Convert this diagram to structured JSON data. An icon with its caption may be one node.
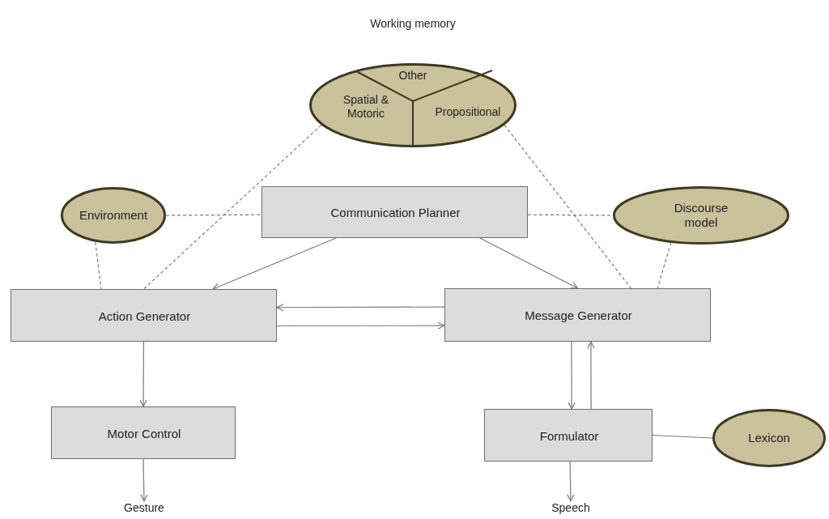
{
  "diagram": {
    "nodes": [
      {
        "text": [
          "Working memory",
          "Other",
          "Spatial & Motoric",
          "Propositional"
        ]
      },
      {
        "text": [
          "Environment"
        ]
      },
      {
        "text": [
          "Communication Planner"
        ]
      },
      {
        "text": [
          "Discourse model"
        ]
      },
      {
        "text": [
          "Action Generator"
        ]
      },
      {
        "text": [
          "Message Generator"
        ]
      },
      {
        "text": [
          "Motor Control"
        ]
      },
      {
        "text": [
          "Formulator"
        ]
      },
      {
        "text": [
          "Lexicon"
        ]
      },
      {
        "text": [
          "Gesture"
        ]
      },
      {
        "text": [
          "Speech"
        ]
      }
    ],
    "edges": [
      {
        "from": 1,
        "to": 2,
        "arrow": "none",
        "style": "dashed"
      },
      {
        "from": 2,
        "to": 3,
        "arrow": "none",
        "style": "dashed"
      },
      {
        "from": 0,
        "to": 4,
        "arrow": "none",
        "style": "dashed"
      },
      {
        "from": 0,
        "to": 5,
        "arrow": "none",
        "style": "dashed"
      },
      {
        "from": 1,
        "to": 4,
        "arrow": "none",
        "style": "dashed"
      },
      {
        "from": 3,
        "to": 5,
        "arrow": "none",
        "style": "dashed"
      },
      {
        "from": 2,
        "to": 4,
        "arrow": "to"
      },
      {
        "from": 2,
        "to": 5,
        "arrow": "to"
      },
      {
        "from": 5,
        "to": 4,
        "arrow": "to"
      },
      {
        "from": 4,
        "to": 5,
        "arrow": "to"
      },
      {
        "from": 4,
        "to": 6,
        "arrow": "to"
      },
      {
        "from": 6,
        "to": 9,
        "arrow": "to"
      },
      {
        "from": 5,
        "to": 7,
        "arrow": "to"
      },
      {
        "from": 7,
        "to": 5,
        "arrow": "to"
      },
      {
        "from": 7,
        "to": 10,
        "arrow": "to"
      },
      {
        "from": 7,
        "to": 8,
        "arrow": "none"
      }
    ]
  }
}
